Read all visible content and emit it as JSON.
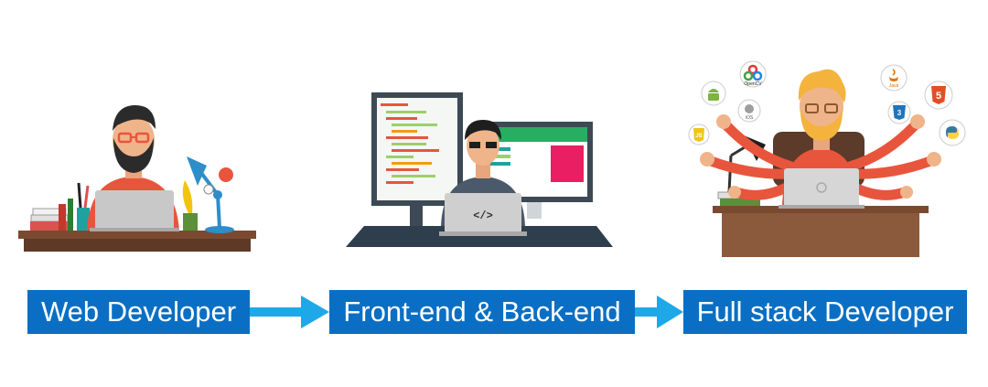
{
  "stages": [
    {
      "label": "Web Developer"
    },
    {
      "label": "Front-end & Back-end"
    },
    {
      "label": "Full stack Developer"
    }
  ],
  "laptop_code_symbol": "</>",
  "tech_badges": {
    "opencv": "OpenCV",
    "java": "Java",
    "ios": "iOS",
    "html5": "5",
    "css3": "3",
    "js": "JS"
  },
  "colors": {
    "label_background": "#0a6fc4",
    "label_text": "#ffffff",
    "arrow": "#1ea8e8",
    "desk": "#8b5a3c",
    "shirt": "#e8553d"
  }
}
